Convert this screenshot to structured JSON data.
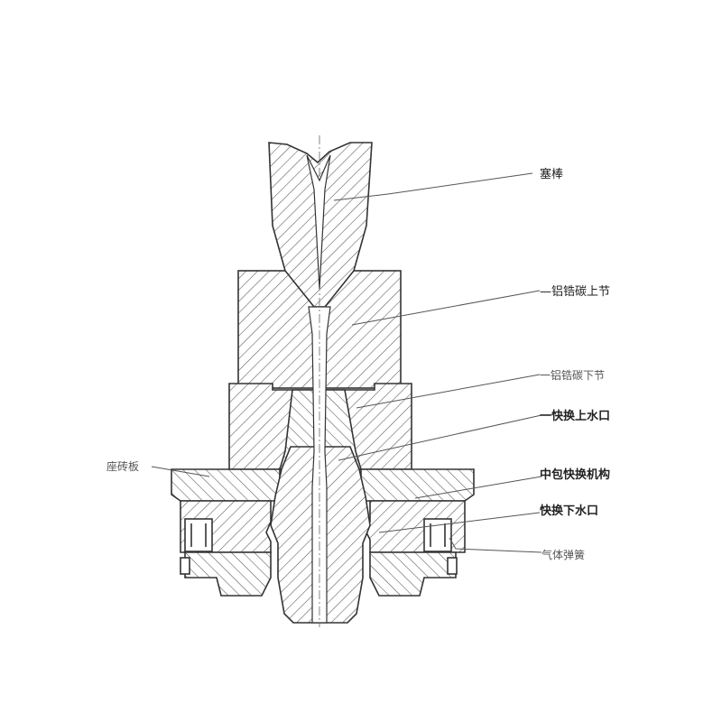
{
  "labels": {
    "stopper_rod": "塞棒",
    "upper_nozzle_brick_upper": "—铝锆碳上节",
    "upper_nozzle_brick_lower": "一铝锆碳下节",
    "quick_change_upper_nozzle": "一快换上水口",
    "mounting_plate": "座砖板",
    "tundish_quick_change_mechanism": "中包快换机构",
    "quick_change_lower_nozzle": "快换下水口",
    "gas_spring": "气体弹簧"
  },
  "colors": {
    "line": "#333333",
    "hatch": "#555555",
    "background": "#ffffff"
  }
}
